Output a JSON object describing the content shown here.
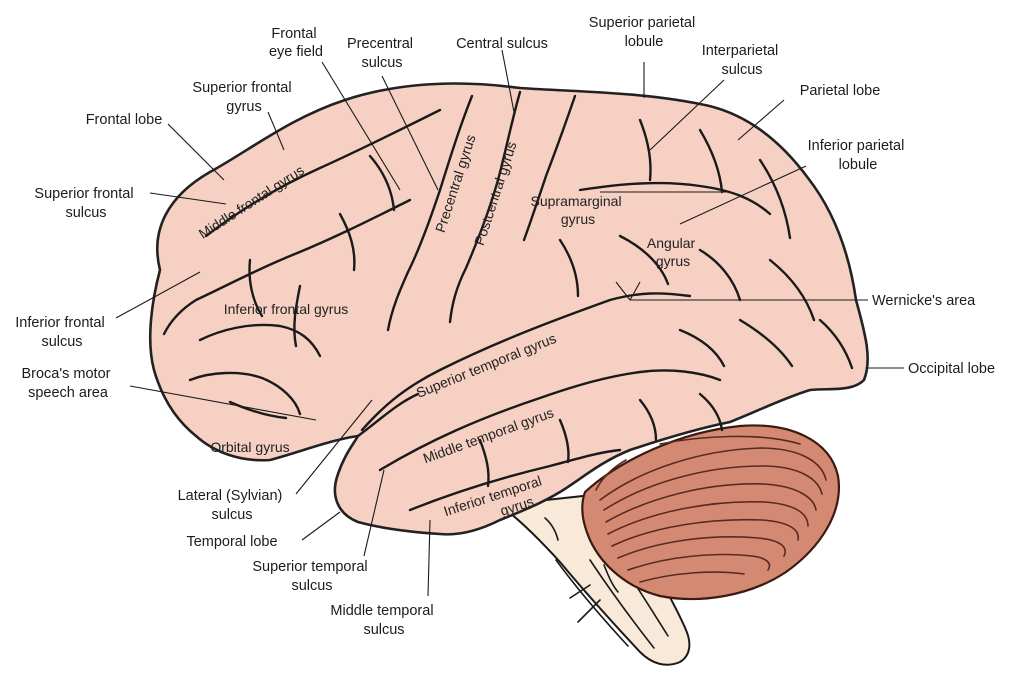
{
  "colors": {
    "cortex": "#f6d0c3",
    "cerebellum": "#d48a72",
    "brainstem": "#f8e9d8",
    "outline": "#1a1a1a"
  },
  "outer_labels": {
    "frontal_eye_field": [
      "Frontal",
      "eye field"
    ],
    "precentral_sulcus": [
      "Precentral",
      "sulcus"
    ],
    "central_sulcus": [
      "Central sulcus"
    ],
    "superior_parietal_lobule": [
      "Superior parietal",
      "lobule"
    ],
    "interparietal_sulcus": [
      "Interparietal",
      "sulcus"
    ],
    "parietal_lobe": [
      "Parietal lobe"
    ],
    "superior_frontal_gyrus": [
      "Superior frontal",
      "gyrus"
    ],
    "frontal_lobe": [
      "Frontal lobe"
    ],
    "inferior_parietal_lobule": [
      "Inferior parietal",
      "lobule"
    ],
    "superior_frontal_sulcus": [
      "Superior frontal",
      "sulcus"
    ],
    "wernickes_area": [
      "Wernicke's area"
    ],
    "inferior_frontal_sulcus": [
      "Inferior frontal",
      "sulcus"
    ],
    "occipital_lobe": [
      "Occipital lobe"
    ],
    "brocas_area": [
      "Broca's motor",
      "speech area"
    ],
    "lateral_sulcus": [
      "Lateral (Sylvian)",
      "sulcus"
    ],
    "temporal_lobe": [
      "Temporal lobe"
    ],
    "superior_temporal_sulcus": [
      "Superior temporal",
      "sulcus"
    ],
    "middle_temporal_sulcus": [
      "Middle temporal",
      "sulcus"
    ]
  },
  "inner_labels": {
    "middle_frontal_gyrus": "Middle frontal gyrus",
    "precentral_gyrus": "Precentral gyrus",
    "postcentral_gyrus": "Postcentral gyrus",
    "supramarginal_gyrus": [
      "Supramarginal",
      "gyrus"
    ],
    "angular_gyrus": [
      "Angular",
      "gyrus"
    ],
    "inferior_frontal_gyrus": "Inferior frontal gyrus",
    "superior_temporal_gyrus": "Superior temporal gyrus",
    "middle_temporal_gyrus": "Middle temporal gyrus",
    "inferior_temporal_gyrus": [
      "Inferior temporal",
      "gyrus"
    ],
    "orbital_gyrus": "Orbital gyrus"
  }
}
